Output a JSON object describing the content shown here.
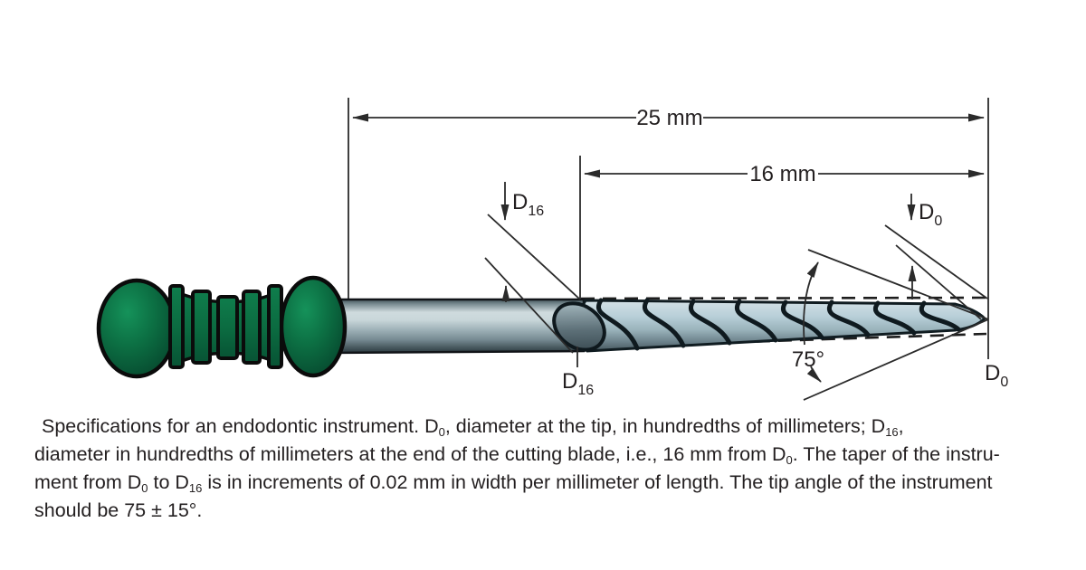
{
  "figure_type": "endodontic-instrument-specification-diagram",
  "diagram": {
    "labels": {
      "dim_total": "25 mm",
      "dim_blade": "16 mm",
      "tip_angle": "75°",
      "d16_base": "D",
      "d16_sub": "16",
      "d0_base": "D",
      "d0_sub": "0"
    },
    "colors": {
      "handle_green": "#0c6f43",
      "handle_green_dark": "#075031",
      "steel_light": "#cfdbde",
      "steel_dark": "#2b3a40",
      "blade_blue": "#b8cfd8",
      "line": "#2b2b2b",
      "text": "#231f20"
    }
  },
  "caption": {
    "lines": [
      [
        {
          "t": "Specifications for an endodontic instrument. D"
        },
        {
          "t": "0",
          "sub": true
        },
        {
          "t": ", diameter at the tip, in hundredths of millimeters; D"
        },
        {
          "t": "16",
          "sub": true
        },
        {
          "t": ","
        }
      ],
      [
        {
          "t": "diameter in hundredths of millimeters at the end of the cutting blade, i.e., 16 mm from D"
        },
        {
          "t": "0",
          "sub": true
        },
        {
          "t": ". The taper of the instru-"
        }
      ],
      [
        {
          "t": "ment from D"
        },
        {
          "t": "0",
          "sub": true
        },
        {
          "t": " to D"
        },
        {
          "t": "16",
          "sub": true
        },
        {
          "t": " is in increments of 0.02 mm in width per millimeter of length. The tip angle of the instrument"
        }
      ],
      [
        {
          "t": "should be 75 ± 15°."
        }
      ]
    ]
  }
}
